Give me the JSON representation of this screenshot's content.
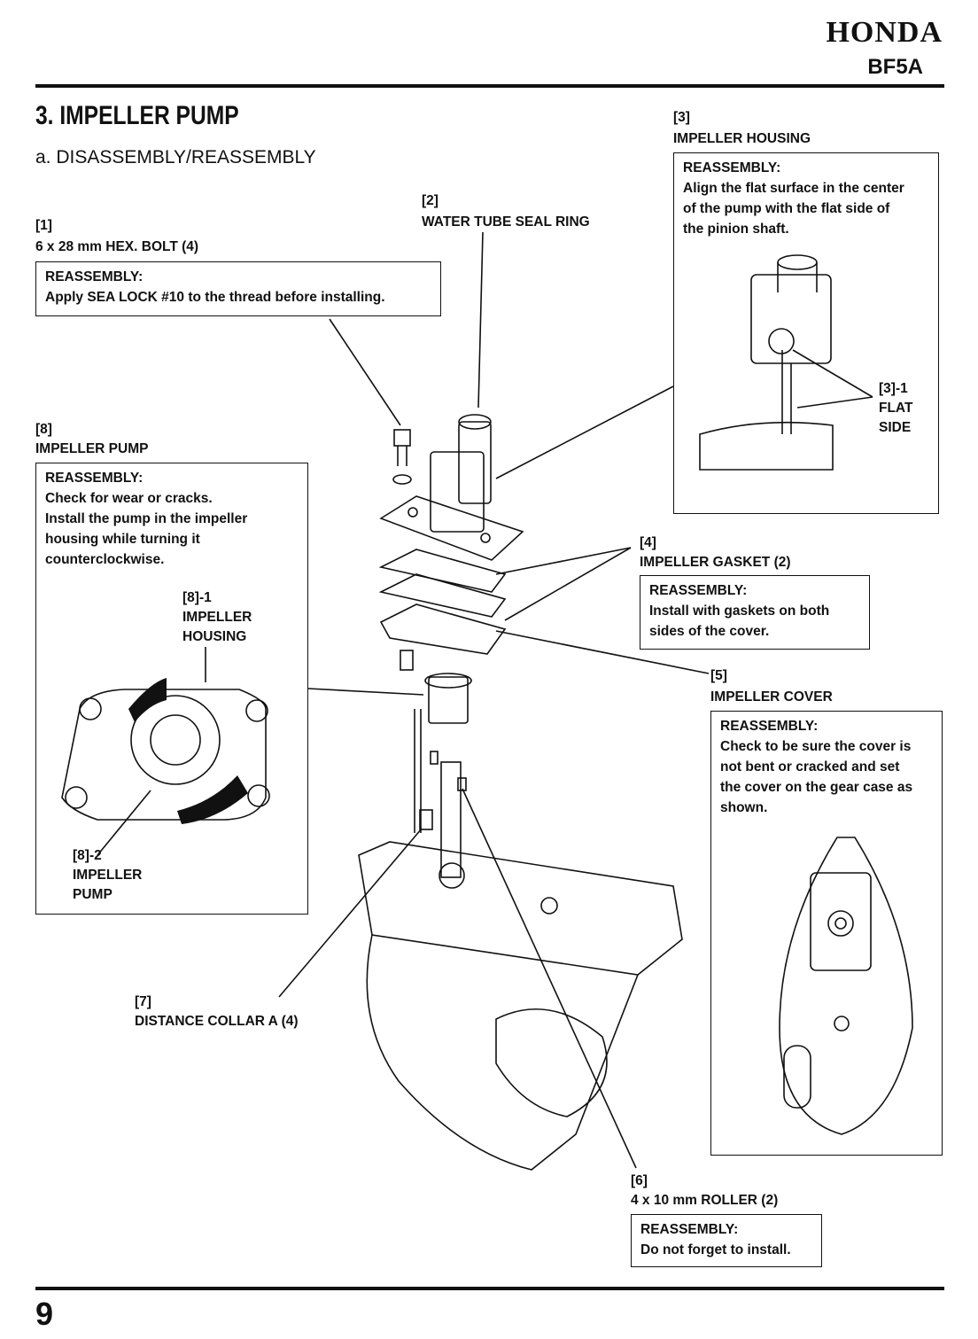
{
  "header": {
    "brand": "HONDA",
    "model": "BF5A"
  },
  "section": {
    "title": "3. IMPELLER PUMP",
    "subtitle": "a. DISASSEMBLY/REASSEMBLY"
  },
  "callouts": {
    "c1": {
      "num": "[1]",
      "name": "6 x 28 mm HEX. BOLT (4)",
      "heading": "REASSEMBLY:",
      "text": "Apply SEA LOCK #10 to the thread before installing."
    },
    "c2": {
      "num": "[2]",
      "name": "WATER TUBE SEAL RING"
    },
    "c3": {
      "num": "[3]",
      "name": "IMPELLER HOUSING",
      "heading": "REASSEMBLY:",
      "text": [
        "Align the flat surface in the center",
        "of the pump with  the flat side of",
        "the pinion shaft."
      ],
      "sub_num": "[3]-1",
      "sub_name": [
        "FLAT",
        "SIDE"
      ]
    },
    "c4": {
      "num": "[4]",
      "name": "IMPELLER GASKET (2)",
      "heading": "REASSEMBLY:",
      "text": [
        "Install with gaskets on both",
        "sides of the cover."
      ]
    },
    "c5": {
      "num": "[5]",
      "name": "IMPELLER COVER",
      "heading": "REASSEMBLY:",
      "text": [
        "Check to be sure the cover is",
        "not bent or cracked and  set",
        "the cover on the gear case as",
        "shown."
      ]
    },
    "c6": {
      "num": "[6]",
      "name": "4 x 10 mm ROLLER (2)",
      "heading": "REASSEMBLY:",
      "text": "Do not forget to install."
    },
    "c7": {
      "num": "[7]",
      "name": "DISTANCE COLLAR A (4)"
    },
    "c8": {
      "num": "[8]",
      "name": "IMPELLER PUMP",
      "heading": "REASSEMBLY:",
      "text": [
        "Check for wear or cracks.",
        "Install the pump in the impeller",
        "housing while turning it",
        "counterclockwise."
      ],
      "s1_num": "[8]-1",
      "s1_name": [
        "IMPELLER",
        "HOUSING"
      ],
      "s2_num": "[8]-2",
      "s2_name": [
        "IMPELLER",
        "PUMP"
      ]
    }
  },
  "page_number": "9"
}
